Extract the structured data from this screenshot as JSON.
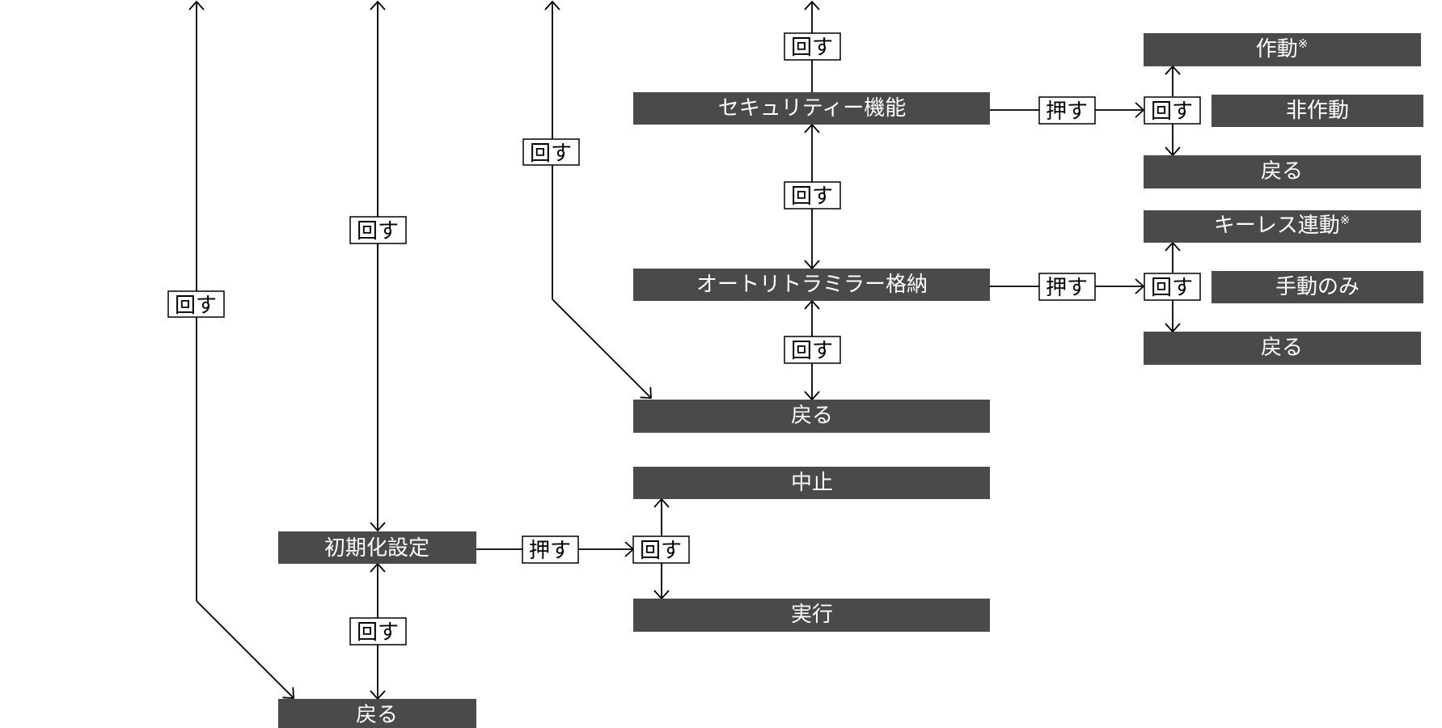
{
  "colors": {
    "node_fill": "#4a4a4a",
    "node_text": "#ffffff",
    "line": "#000000"
  },
  "actions": {
    "rotate": "回す",
    "press": "押す"
  },
  "footnote_mark": "※",
  "nodes": {
    "security": "セキュリティー機能",
    "mirror": "オートリトラミラー格納",
    "back_mid": "戻る",
    "cancel": "中止",
    "init": "初期化設定",
    "execute": "実行",
    "back_bottom": "戻る",
    "active": "作動",
    "inactive": "非作動",
    "back_security": "戻る",
    "keyless": "キーレス連動",
    "manual": "手動のみ",
    "back_mirror": "戻る"
  }
}
